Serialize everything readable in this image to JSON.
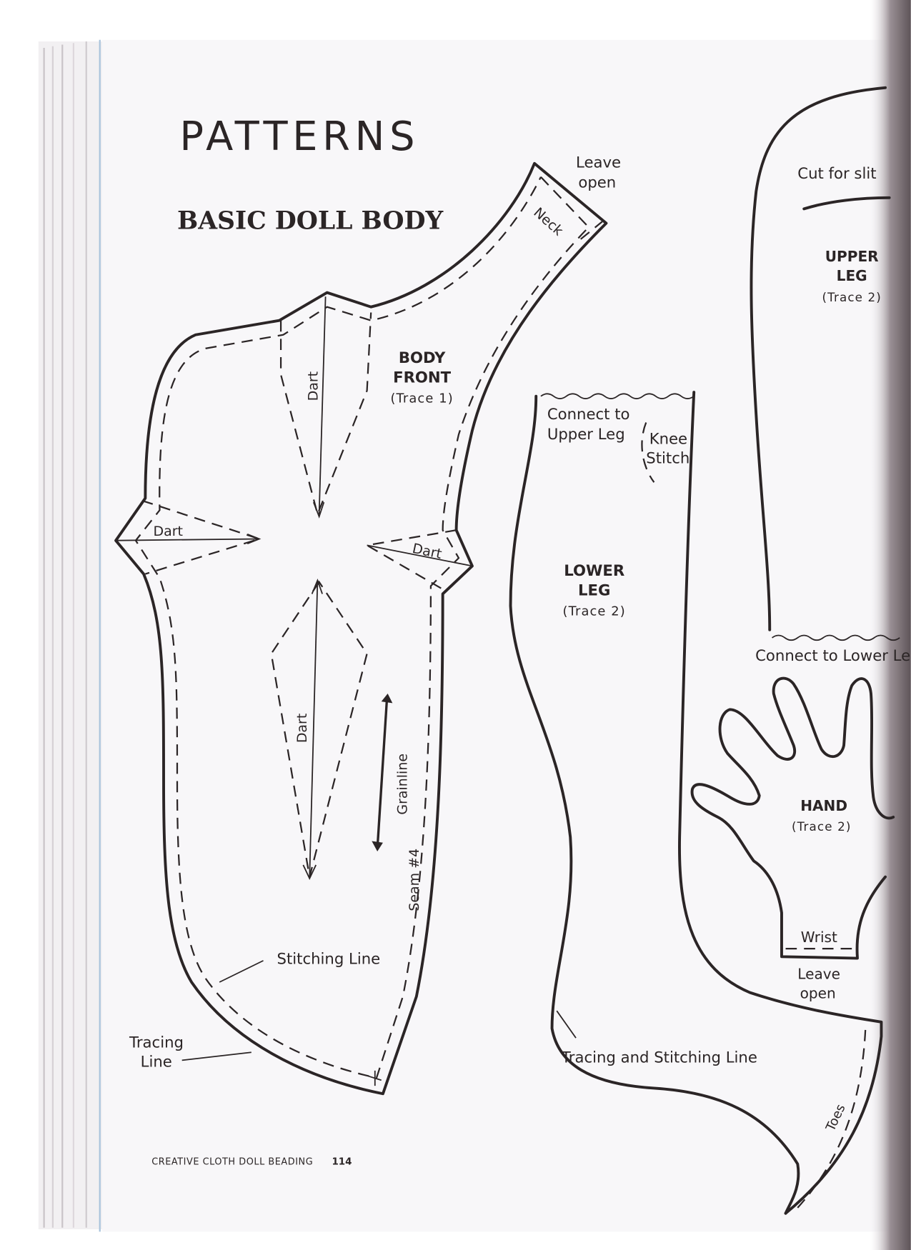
{
  "page": {
    "heading": "PATTERNS",
    "subheading": "BASIC DOLL BODY",
    "footer": {
      "book_title": "CREATIVE CLOTH DOLL BEADING",
      "page_number": "114"
    }
  },
  "body_front": {
    "title_line1": "BODY",
    "title_line2": "FRONT",
    "trace": "(Trace 1)",
    "leave_open_line1": "Leave",
    "leave_open_line2": "open",
    "neck": "Neck",
    "dart_labels": [
      "Dart",
      "Dart",
      "Dart",
      "Dart"
    ],
    "grainline": "Grainline",
    "seam": "Seam #4",
    "stitching_line": "Stitching Line",
    "tracing_line1": "Tracing",
    "tracing_line2": "Line"
  },
  "lower_leg": {
    "title_line1": "LOWER",
    "title_line2": "LEG",
    "trace": "(Trace 2)",
    "connect_line1": "Connect to",
    "connect_line2": "Upper Leg",
    "knee_line1": "Knee",
    "knee_line2": "Stitch",
    "tracing_stitching": "Tracing and Stitching Line",
    "toes": "Toes"
  },
  "upper_leg": {
    "cut_for_slit": "Cut for slit",
    "title_line1": "UPPER",
    "title_line2": "LEG",
    "trace": "(Trace 2)",
    "connect": "Connect to Lower Le"
  },
  "hand": {
    "title": "HAND",
    "trace": "(Trace 2)",
    "wrist": "Wrist",
    "leave_open_line1": "Leave",
    "leave_open_line2": "open"
  },
  "colors": {
    "ink": "#2b2526",
    "paper": "#f7f6f8",
    "gutter": "#6e6468"
  }
}
